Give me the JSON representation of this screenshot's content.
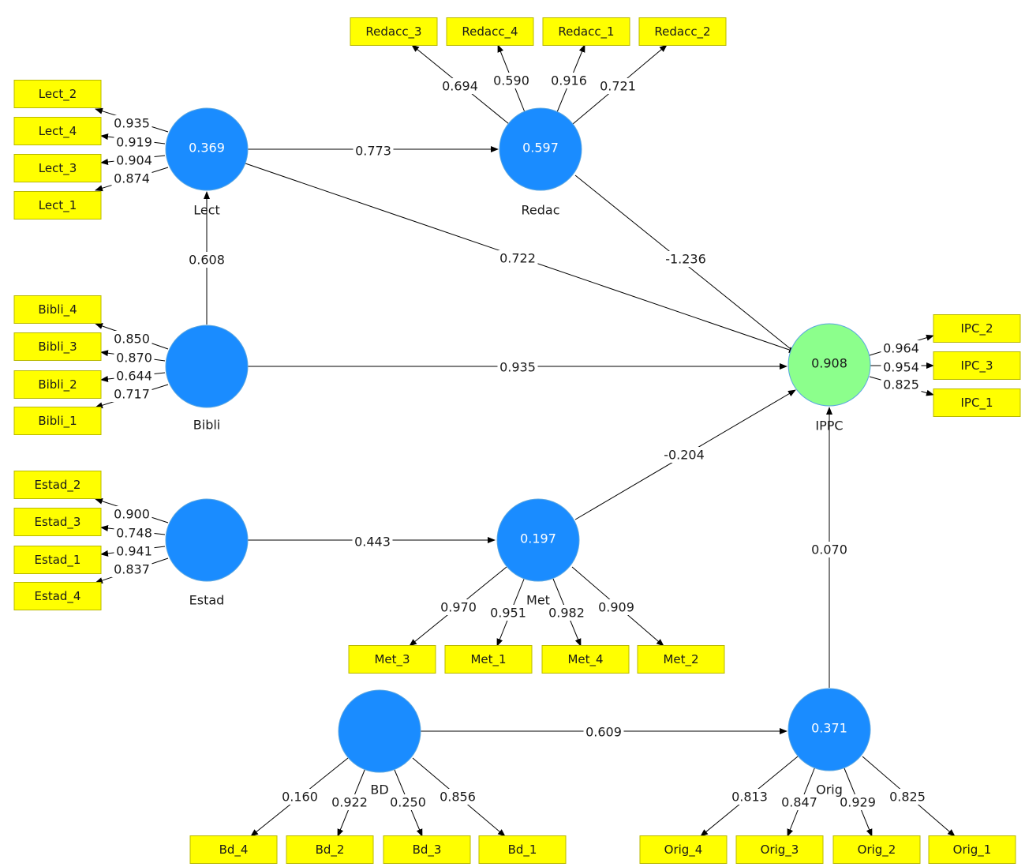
{
  "colors": {
    "latent": "#1a8cff",
    "endogenous": "#8cff8c",
    "indicator": "#ffff00"
  },
  "latents": [
    {
      "id": "Lect",
      "name": "Lect",
      "r2": "0.369",
      "color": "#1a8cff"
    },
    {
      "id": "Redac",
      "name": "Redac",
      "r2": "0.597",
      "color": "#1a8cff"
    },
    {
      "id": "Bibli",
      "name": "Bibli",
      "r2": "",
      "color": "#1a8cff"
    },
    {
      "id": "IPPC",
      "name": "IPPC",
      "r2": "0.908",
      "color": "#8cff8c"
    },
    {
      "id": "Estad",
      "name": "Estad",
      "r2": "",
      "color": "#1a8cff"
    },
    {
      "id": "Met",
      "name": "Met",
      "r2": "0.197",
      "color": "#1a8cff"
    },
    {
      "id": "BD",
      "name": "BD",
      "r2": "",
      "color": "#1a8cff"
    },
    {
      "id": "Orig",
      "name": "Orig",
      "r2": "0.371",
      "color": "#1a8cff"
    }
  ],
  "paths": [
    {
      "from": "Lect",
      "to": "Redac",
      "coef": "0.773"
    },
    {
      "from": "Lect",
      "to": "IPPC",
      "coef": "0.722"
    },
    {
      "from": "Redac",
      "to": "IPPC",
      "coef": "-1.236"
    },
    {
      "from": "Bibli",
      "to": "Lect",
      "coef": "0.608"
    },
    {
      "from": "Bibli",
      "to": "IPPC",
      "coef": "0.935"
    },
    {
      "from": "Estad",
      "to": "Met",
      "coef": "0.443"
    },
    {
      "from": "Met",
      "to": "IPPC",
      "coef": "-0.204"
    },
    {
      "from": "BD",
      "to": "Orig",
      "coef": "0.609"
    },
    {
      "from": "Orig",
      "to": "IPPC",
      "coef": "0.070"
    }
  ],
  "indicators": [
    {
      "name": "Lect_2",
      "latent": "Lect",
      "loading": "0.935"
    },
    {
      "name": "Lect_4",
      "latent": "Lect",
      "loading": "0.919"
    },
    {
      "name": "Lect_3",
      "latent": "Lect",
      "loading": "0.904"
    },
    {
      "name": "Lect_1",
      "latent": "Lect",
      "loading": "0.874"
    },
    {
      "name": "Redacc_3",
      "latent": "Redac",
      "loading": "0.694"
    },
    {
      "name": "Redacc_4",
      "latent": "Redac",
      "loading": "0.590"
    },
    {
      "name": "Redacc_1",
      "latent": "Redac",
      "loading": "0.916"
    },
    {
      "name": "Redacc_2",
      "latent": "Redac",
      "loading": "0.721"
    },
    {
      "name": "Bibli_4",
      "latent": "Bibli",
      "loading": "0.850"
    },
    {
      "name": "Bibli_3",
      "latent": "Bibli",
      "loading": "0.870"
    },
    {
      "name": "Bibli_2",
      "latent": "Bibli",
      "loading": "0.644"
    },
    {
      "name": "Bibli_1",
      "latent": "Bibli",
      "loading": "0.717"
    },
    {
      "name": "IPC_2",
      "latent": "IPPC",
      "loading": "0.964"
    },
    {
      "name": "IPC_3",
      "latent": "IPPC",
      "loading": "0.954"
    },
    {
      "name": "IPC_1",
      "latent": "IPPC",
      "loading": "0.825"
    },
    {
      "name": "Estad_2",
      "latent": "Estad",
      "loading": "0.900"
    },
    {
      "name": "Estad_3",
      "latent": "Estad",
      "loading": "0.748"
    },
    {
      "name": "Estad_1",
      "latent": "Estad",
      "loading": "0.941"
    },
    {
      "name": "Estad_4",
      "latent": "Estad",
      "loading": "0.837"
    },
    {
      "name": "Met_3",
      "latent": "Met",
      "loading": "0.970"
    },
    {
      "name": "Met_1",
      "latent": "Met",
      "loading": "0.951"
    },
    {
      "name": "Met_4",
      "latent": "Met",
      "loading": "0.982"
    },
    {
      "name": "Met_2",
      "latent": "Met",
      "loading": "0.909"
    },
    {
      "name": "Bd_4",
      "latent": "BD",
      "loading": "0.160"
    },
    {
      "name": "Bd_2",
      "latent": "BD",
      "loading": "0.922"
    },
    {
      "name": "Bd_3",
      "latent": "BD",
      "loading": "0.250"
    },
    {
      "name": "Bd_1",
      "latent": "BD",
      "loading": "0.856"
    },
    {
      "name": "Orig_4",
      "latent": "Orig",
      "loading": "0.813"
    },
    {
      "name": "Orig_3",
      "latent": "Orig",
      "loading": "0.847"
    },
    {
      "name": "Orig_2",
      "latent": "Orig",
      "loading": "0.929"
    },
    {
      "name": "Orig_1",
      "latent": "Orig",
      "loading": "0.825"
    }
  ]
}
